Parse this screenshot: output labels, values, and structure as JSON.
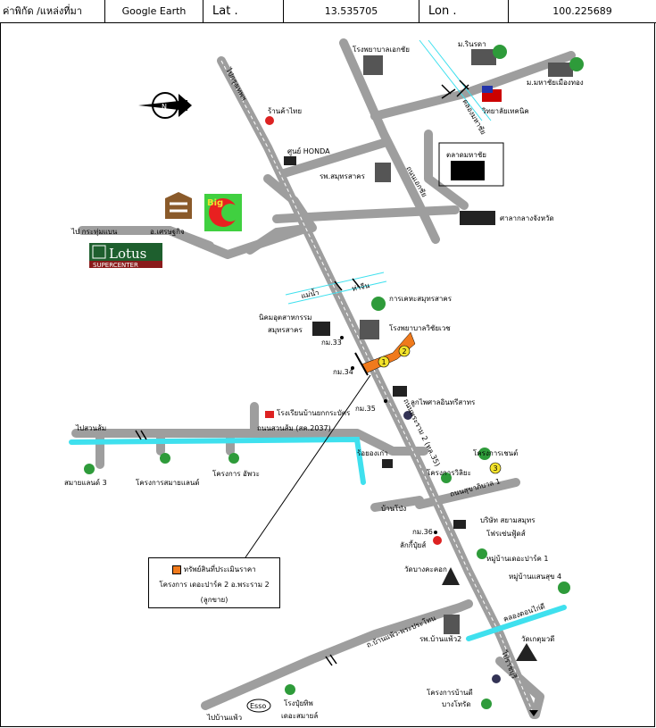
{
  "header": {
    "field_label": "ค่าพิกัด /แหล่งที่มา",
    "source": "Google Earth",
    "lat_label": "Lat .",
    "lat_value": "13.535705",
    "lon_label": "Lon .",
    "lon_value": "100.225689"
  },
  "colors": {
    "road": "#9e9e9e",
    "canal": "#3fe0ee",
    "property": "#f07a1c",
    "tree": "#2e9b3a"
  },
  "labels": {
    "to_krathum_baen": "ไป กระทุ่มแบน",
    "setthakit": "อ.เศรษฐกิจ",
    "kasikornthai": "ร้านค้าไทย",
    "honda": "ศูนย์ HONDA",
    "ekachai_hospital": "โรงพยาบาลเอกชัย",
    "rinrada": "ม.รินรดา",
    "maha_chai_mueang_thong": "ม.มหาชัยเมืองทอง",
    "witthayalai": "วิทยาลัยเทคนิค",
    "talat_maha_chai": "ตลาดมหาชัย",
    "samut_sakhon_hospital": "รพ.สมุทรสาคร",
    "san_klang": "ศาลากลางจังหวัด",
    "provincial_agriculture": "การเคหะสมุทรสาคร",
    "industrial_estate_1": "นิคมอุตสาหกรรม",
    "industrial_estate_2": "สมุทรสาคร",
    "km33": "กม.33",
    "vichaivej": "โรงพยาบาลวิชัยเวช",
    "km34": "กม.34",
    "km35": "กม.35",
    "tawan_daeng": "ลูกไพศาลอินทรีสาทร",
    "school": "โรงเรียนบ้านยกกระบัตร",
    "to_suan_som": "ไปสวนส้ม",
    "suan_som_road": "ถนนสวนส้ม (สค.2037)",
    "soi_kao": "ร้อยองเก่า",
    "samaelland": "สมายแลนด์ 3",
    "samaelland_project": "โครงการสมายแลนด์",
    "ariya_project": "โครงการ อัพวะ",
    "rama2_road": "ถนนพระราม 2 (ทล.35)",
    "chenchai_project": "โครงการเชนต์",
    "villa_project": "โครงการวิลิยะ",
    "km36": "กม.36",
    "siam_company_1": "บริษัท สยามสมุทร",
    "siam_company_2": "โฟรเซ่นฟู้ดส์",
    "lotus_express": "ลักกี้ปุ๋ยส์",
    "the_park_1": "หมู่บ้านเดอะปาร์ค 1",
    "wat": "วัดบางคะคอก",
    "moo_ban_suk": "หมู่บ้านแสนสุข 4",
    "rpp_ban_phaeo": "รพ.บ้านแพ้ว2",
    "ban_phaeo_road": "ถ.บ้านแพ้ว-พระประโทน",
    "khlong": "คลองดอนไก่ดี",
    "wat_kesa": "วัดเกตุมวดี",
    "ban_pholae_1": "โครงการบ้านดี",
    "ban_pholae_2": "บางโทรัด",
    "to_ban_phaeo": "ไปบ้านแพ้ว",
    "esso_school_1": "โรงปุ๋ยทิพ",
    "esso_school_2": "เดอะสมายล์",
    "to_bangkok": "ไปกรุงเทพฯ",
    "to_ratchaburi": "ไปราชบุรี",
    "khlong_north_1": "แม่น้ำ",
    "khlong_north_2": "ท่าจีน",
    "khlong_top": "คลองมหาชัย",
    "market_road": "ถนนเอกชัย",
    "soi_right": "ถนนสุขาภิบาล 1",
    "soi_small": "บ้านโป่ง",
    "lotus_name": "Lotus",
    "lotus_sub": "SUPERCENTER",
    "big_c": "Big",
    "esso": "Esso",
    "marker_1": "1",
    "marker_2": "2",
    "marker_3": "3"
  },
  "legend": {
    "line1": "ทรัพย์สินที่ประเมินราคา",
    "line2": "โครงการ เดอะปาร์ค 2 อ.พระราม 2",
    "line3": "(ลูกขาย)"
  }
}
